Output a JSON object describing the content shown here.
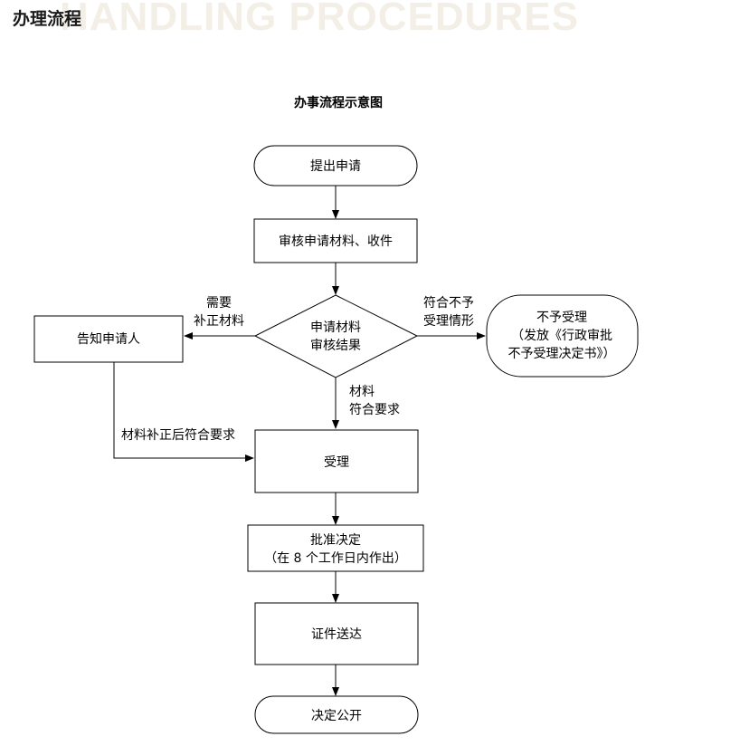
{
  "header": {
    "title": "办理流程",
    "watermark": "HANDLING PROCEDURES"
  },
  "diagram": {
    "title": "办事流程示意图",
    "nodes": {
      "submit": "提出申请",
      "review": "审核申请材料、收件",
      "decision_line1": "申请材料",
      "decision_line2": "审核结果",
      "notify": "告知申请人",
      "reject_line1": "不予受理",
      "reject_line2": "（发放《行政审批",
      "reject_line3": "不予受理决定书》）",
      "accept": "受理",
      "approve_line1": "批准决定",
      "approve_line2": "（在 8 个工作日内作出）",
      "deliver": "证件送达",
      "publish": "决定公开"
    },
    "edges": {
      "need_line1": "需要",
      "need_line2": "补正材料",
      "reject_line1": "符合不予",
      "reject_line2": "受理情形",
      "ok_line1": "材料",
      "ok_line2": "符合要求",
      "corrected": "材料补正后符合要求"
    }
  }
}
